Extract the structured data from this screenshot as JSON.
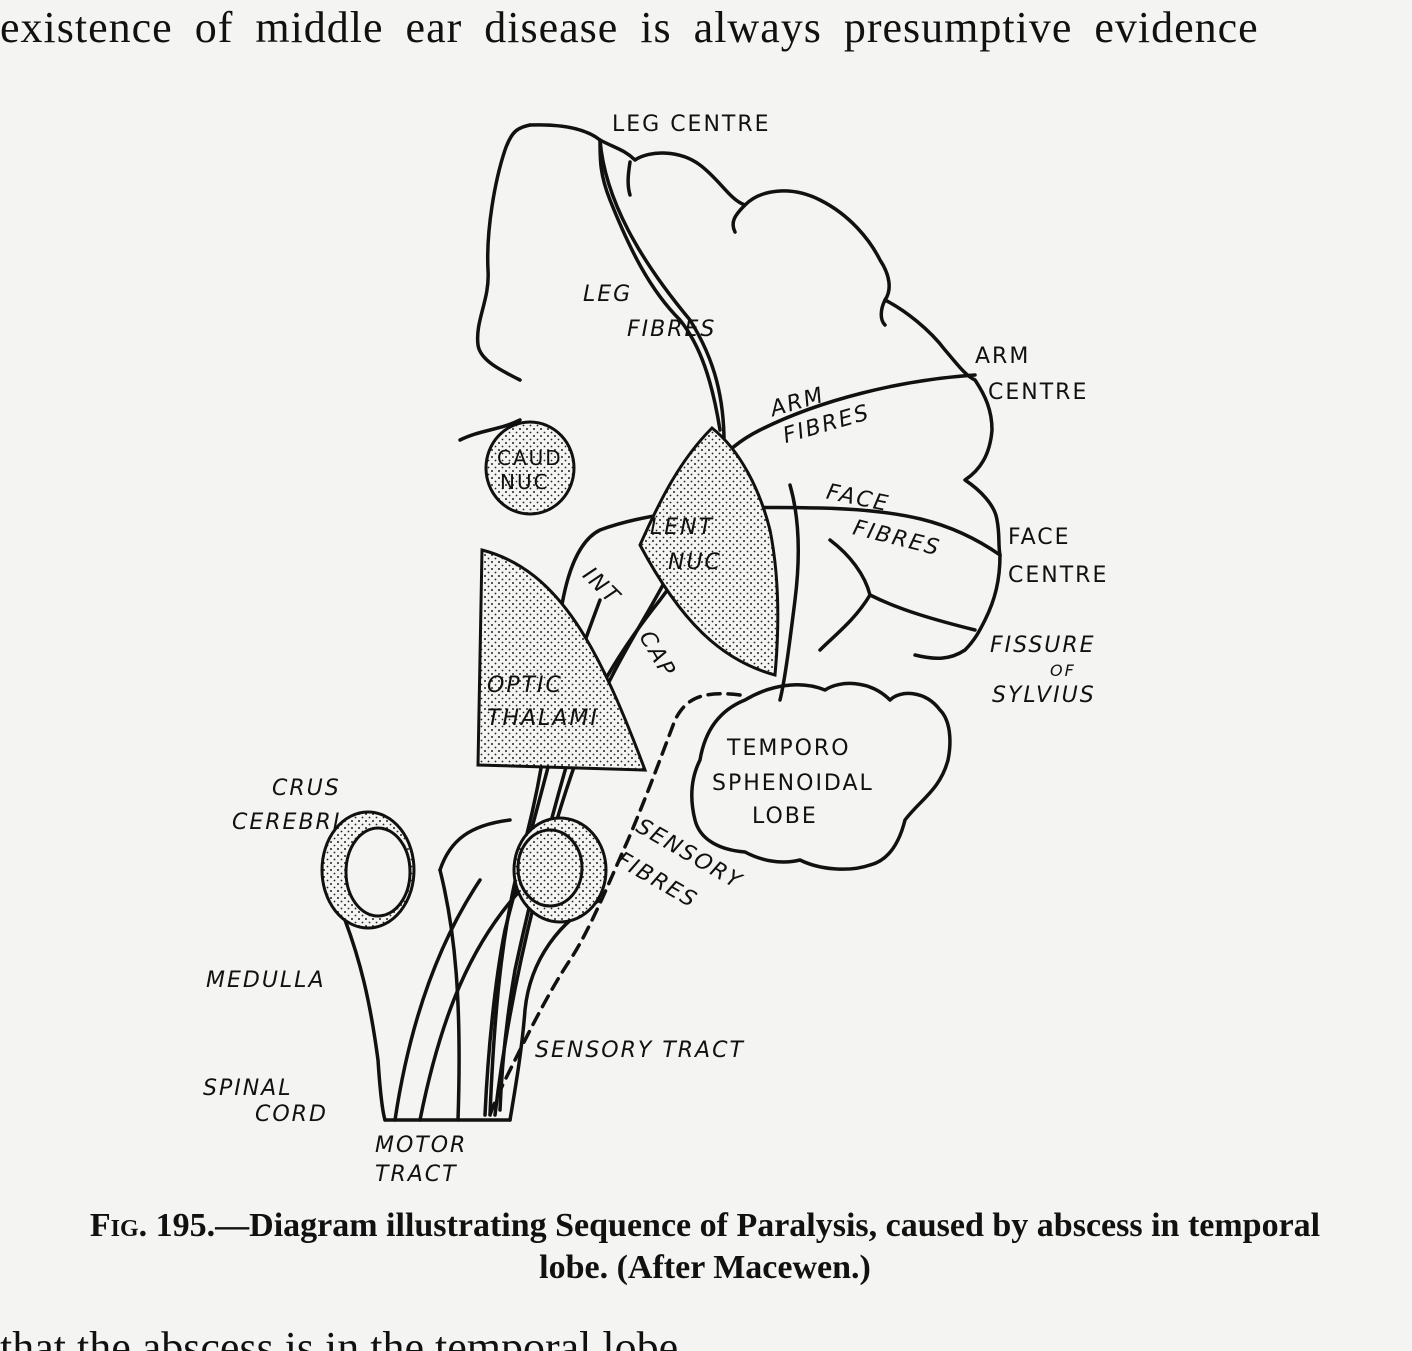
{
  "page": {
    "body_text_top": "existence of middle ear disease is always presumptive evidence",
    "body_text_bottom": "that the abscess is in the temporal lobe",
    "caption": {
      "figure_number": "Fig. 195.",
      "text": "—Diagram illustrating Sequence of Paralysis, caused by abscess in temporal lobe.  (After Macewen.)"
    }
  },
  "diagram": {
    "labels": {
      "leg_centre": "LEG CENTRE",
      "leg_fibres_1": "LEG",
      "leg_fibres_2": "FIBRES",
      "arm_centre_1": "ARM",
      "arm_centre_2": "CENTRE",
      "arm_fibres_1": "ARM",
      "arm_fibres_2": "FIBRES",
      "face_fibres_1": "FACE",
      "face_fibres_2": "FIBRES",
      "face_centre_1": "FACE",
      "face_centre_2": "CENTRE",
      "fissure_1": "FISSURE",
      "fissure_2": "OF",
      "fissure_3": "SYLVIUS",
      "caud_nuc_1": "CAUD",
      "caud_nuc_2": "NUC",
      "lent_nuc_1": "LENT",
      "lent_nuc_2": "NUC",
      "int_cap_1": "INT",
      "int_cap_2": "CAP",
      "optic_thalami_1": "OPTIC",
      "optic_thalami_2": "THALAMI",
      "temporo_1": "TEMPORO",
      "temporo_2": "SPHENOIDAL",
      "temporo_3": "LOBE",
      "crus_1": "CRUS",
      "crus_2": "CEREBRI",
      "sensory_fibres_1": "SENSORY",
      "sensory_fibres_2": "FIBRES",
      "medulla": "MEDULLA",
      "sensory_tract": "SENSORY TRACT",
      "spinal_cord_1": "SPINAL",
      "spinal_cord_2": "CORD",
      "motor_tract_1": "MOTOR",
      "motor_tract_2": "TRACT"
    }
  }
}
